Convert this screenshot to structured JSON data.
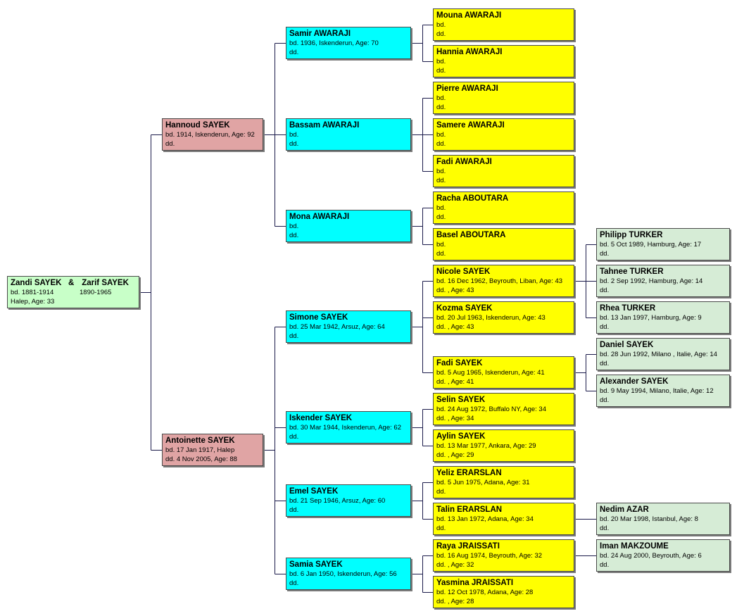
{
  "colors": {
    "root": "#c8ffc8",
    "children": "#e0a4a4",
    "grandchildren": "#00ffff",
    "great_grandchildren": "#ffff00",
    "great_great_grandchildren": "#d6ecd6",
    "connector": "#1a1a4a"
  },
  "root": {
    "person1_name": "Zandi SAYEK",
    "ampersand": "&",
    "person2_name": "Zarif SAYEK",
    "person1_bd": "bd. 1881-1914",
    "person2_bd": "1890-1965",
    "person1_place": "Halep, Age: 33"
  },
  "people": [
    {
      "id": "hannoud",
      "name": "Hannoud SAYEK",
      "lines": [
        "bd. 1914, Iskenderun, Age: 92",
        "dd."
      ],
      "gen": 1,
      "parent": "root"
    },
    {
      "id": "antoinette",
      "name": "Antoinette SAYEK",
      "lines": [
        "bd. 17 Jan 1917, Halep",
        "dd. 4 Nov 2005, Age: 88"
      ],
      "gen": 1,
      "parent": "root"
    },
    {
      "id": "samir",
      "name": "Samir AWARAJI",
      "lines": [
        "bd. 1936, Iskenderun, Age: 70",
        "dd."
      ],
      "gen": 2,
      "parent": "hannoud"
    },
    {
      "id": "bassam",
      "name": "Bassam AWARAJI",
      "lines": [
        "bd.",
        "dd."
      ],
      "gen": 2,
      "parent": "hannoud"
    },
    {
      "id": "mona",
      "name": "Mona AWARAJI",
      "lines": [
        "bd.",
        "dd."
      ],
      "gen": 2,
      "parent": "hannoud"
    },
    {
      "id": "simone",
      "name": "Simone SAYEK",
      "lines": [
        "bd. 25 Mar 1942, Arsuz, Age: 64",
        "dd."
      ],
      "gen": 2,
      "parent": "antoinette"
    },
    {
      "id": "iskender",
      "name": "Iskender SAYEK",
      "lines": [
        "bd. 30 Mar 1944, Iskenderun, Age: 62",
        "dd."
      ],
      "gen": 2,
      "parent": "antoinette"
    },
    {
      "id": "emel",
      "name": "Emel SAYEK",
      "lines": [
        "bd. 21 Sep 1946, Arsuz, Age: 60",
        "dd."
      ],
      "gen": 2,
      "parent": "antoinette"
    },
    {
      "id": "samia",
      "name": "Samia SAYEK",
      "lines": [
        "bd. 6 Jan 1950, Iskenderun, Age: 56",
        "dd."
      ],
      "gen": 2,
      "parent": "antoinette"
    },
    {
      "id": "mouna",
      "name": "Mouna AWARAJI",
      "lines": [
        "bd.",
        "dd."
      ],
      "gen": 3,
      "parent": "samir"
    },
    {
      "id": "hannia",
      "name": "Hannia AWARAJI",
      "lines": [
        "bd.",
        "dd."
      ],
      "gen": 3,
      "parent": "samir"
    },
    {
      "id": "pierre",
      "name": "Pierre AWARAJI",
      "lines": [
        "bd.",
        "dd."
      ],
      "gen": 3,
      "parent": "bassam"
    },
    {
      "id": "samere",
      "name": "Samere AWARAJI",
      "lines": [
        "bd.",
        "dd."
      ],
      "gen": 3,
      "parent": "bassam"
    },
    {
      "id": "fadia",
      "name": "Fadi AWARAJI",
      "lines": [
        "bd.",
        "dd."
      ],
      "gen": 3,
      "parent": "bassam"
    },
    {
      "id": "racha",
      "name": "Racha ABOUTARA",
      "lines": [
        "bd.",
        "dd."
      ],
      "gen": 3,
      "parent": "mona"
    },
    {
      "id": "basel",
      "name": "Basel ABOUTARA",
      "lines": [
        "bd.",
        "dd."
      ],
      "gen": 3,
      "parent": "mona"
    },
    {
      "id": "nicole",
      "name": "Nicole SAYEK",
      "lines": [
        "bd. 16 Dec 1962, Beyrouth, Liban, Age: 43",
        "dd. , Age: 43"
      ],
      "gen": 3,
      "parent": "simone"
    },
    {
      "id": "kozma",
      "name": "Kozma SAYEK",
      "lines": [
        "bd. 20 Jul 1963, Iskenderun, Age: 43",
        "dd. , Age: 43"
      ],
      "gen": 3,
      "parent": "simone"
    },
    {
      "id": "fadis",
      "name": "Fadi SAYEK",
      "lines": [
        "bd. 5 Aug 1965, Iskenderun, Age: 41",
        "dd. , Age: 41"
      ],
      "gen": 3,
      "parent": "simone"
    },
    {
      "id": "selin",
      "name": "Selin SAYEK",
      "lines": [
        "bd. 24 Aug 1972, Buffalo NY, Age: 34",
        "dd. , Age: 34"
      ],
      "gen": 3,
      "parent": "iskender"
    },
    {
      "id": "aylin",
      "name": "Aylin SAYEK",
      "lines": [
        "bd. 13 Mar 1977, Ankara, Age: 29",
        "dd. , Age: 29"
      ],
      "gen": 3,
      "parent": "iskender"
    },
    {
      "id": "yeliz",
      "name": "Yeliz ERARSLAN",
      "lines": [
        "bd. 5 Jun 1975, Adana, Age: 31",
        "dd."
      ],
      "gen": 3,
      "parent": "emel"
    },
    {
      "id": "talin",
      "name": "Talin ERARSLAN",
      "lines": [
        "bd. 13 Jan 1972, Adana, Age: 34",
        "dd."
      ],
      "gen": 3,
      "parent": "emel"
    },
    {
      "id": "raya",
      "name": "Raya JRAISSATI",
      "lines": [
        "bd. 16 Aug 1974, Beyrouth, Age: 32",
        "dd. , Age: 32"
      ],
      "gen": 3,
      "parent": "samia"
    },
    {
      "id": "yasmina",
      "name": "Yasmina JRAISSATI",
      "lines": [
        "bd. 12 Oct 1978, Adana, Age: 28",
        "dd. , Age: 28"
      ],
      "gen": 3,
      "parent": "samia"
    },
    {
      "id": "philipp",
      "name": "Philipp TURKER",
      "lines": [
        "bd. 5 Oct 1989, Hamburg, Age: 17",
        "dd."
      ],
      "gen": 4,
      "parent": "nicole"
    },
    {
      "id": "tahnee",
      "name": "Tahnee TURKER",
      "lines": [
        "bd. 2 Sep 1992, Hamburg, Age: 14",
        "dd."
      ],
      "gen": 4,
      "parent": "nicole"
    },
    {
      "id": "rhea",
      "name": "Rhea TURKER",
      "lines": [
        "bd. 13 Jan 1997, Hamburg, Age: 9",
        "dd."
      ],
      "gen": 4,
      "parent": "nicole"
    },
    {
      "id": "daniel",
      "name": "Daniel SAYEK",
      "lines": [
        "bd. 28 Jun 1992, Milano , Italie, Age: 14",
        "dd."
      ],
      "gen": 4,
      "parent": "fadis"
    },
    {
      "id": "alexander",
      "name": "Alexander SAYEK",
      "lines": [
        "bd. 9 May 1994, Milano, Italie, Age: 12",
        "dd."
      ],
      "gen": 4,
      "parent": "fadis"
    },
    {
      "id": "nedim",
      "name": "Nedim AZAR",
      "lines": [
        "bd. 20 Mar 1998, Istanbul, Age: 8",
        "dd."
      ],
      "gen": 4,
      "parent": "talin"
    },
    {
      "id": "iman",
      "name": "Iman MAKZOUME",
      "lines": [
        "bd. 24 Aug 2000, Beyrouth, Age: 6",
        "dd."
      ],
      "gen": 4,
      "parent": "raya"
    }
  ]
}
